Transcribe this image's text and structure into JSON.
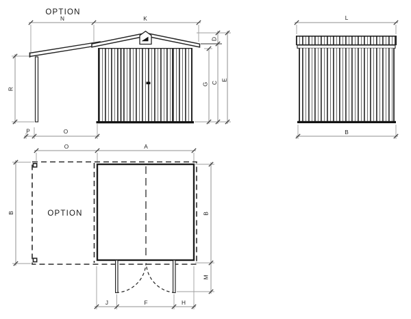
{
  "front_elevation": {
    "option_label": "OPTION",
    "dim_n": "N",
    "dim_k": "K",
    "dim_d": "D",
    "dim_r": "R",
    "dim_p": "P",
    "dim_o": "O",
    "dim_g": "G",
    "dim_c": "C",
    "dim_e": "E"
  },
  "side_elevation": {
    "dim_l": "L",
    "dim_b": "B"
  },
  "plan_view": {
    "option_label": "OPTION",
    "dim_o": "O",
    "dim_a": "A",
    "dim_b_left": "B",
    "dim_b_right": "B",
    "dim_m": "M",
    "dim_j": "J",
    "dim_f": "F",
    "dim_h": "H"
  },
  "colors": {
    "background": "#ffffff",
    "drawing_line": "#252525",
    "dimension_line": "#8f8f8f"
  }
}
